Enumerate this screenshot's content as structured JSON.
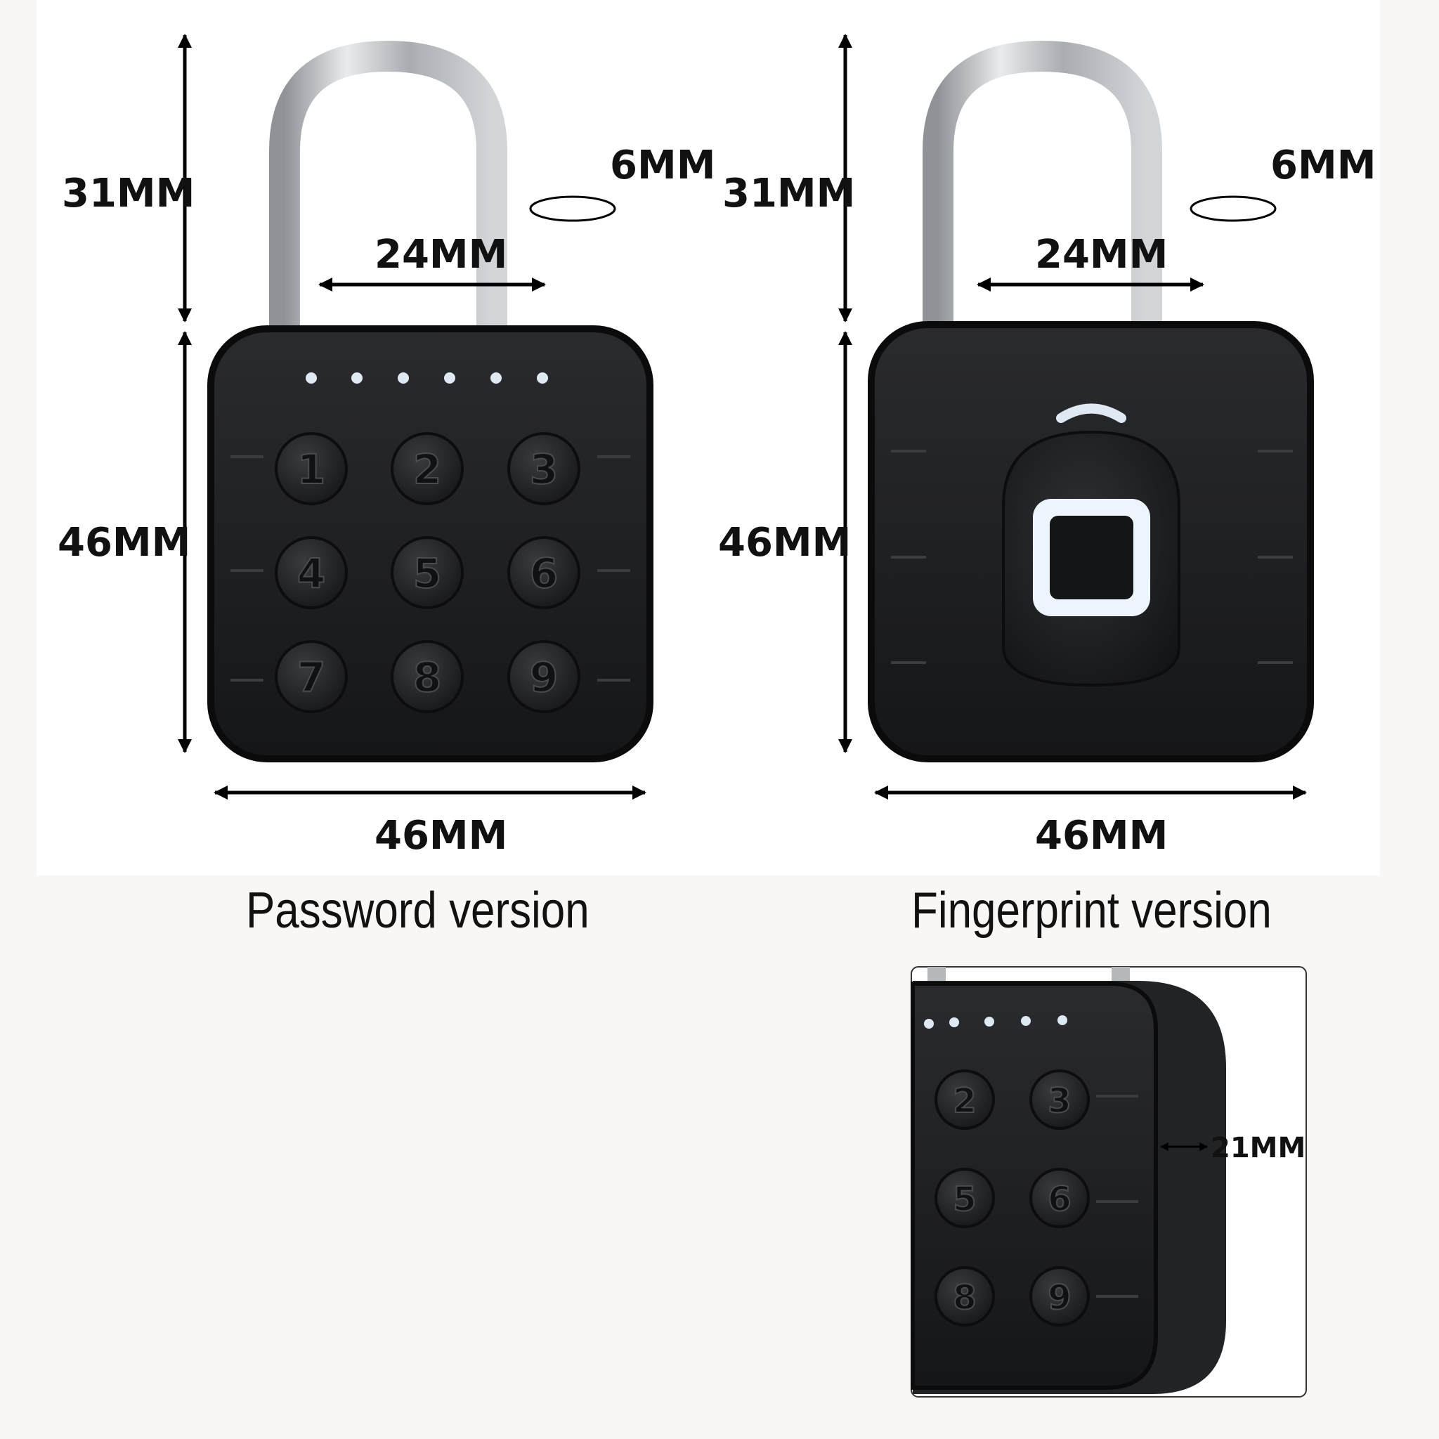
{
  "password_lock": {
    "shackle_height": "31MM",
    "shackle_diameter": "6MM",
    "shackle_inner_width": "24MM",
    "body_height": "46MM",
    "body_width": "46MM",
    "caption": "Password version",
    "keys": [
      "1",
      "2",
      "3",
      "4",
      "5",
      "6",
      "7",
      "8",
      "9"
    ]
  },
  "fingerprint_lock": {
    "shackle_height": "31MM",
    "shackle_diameter": "6MM",
    "shackle_inner_width": "24MM",
    "body_height": "46MM",
    "body_width": "46MM",
    "caption": "Fingerprint version"
  },
  "side_view": {
    "thickness": "21MM",
    "keys": [
      "2",
      "3",
      "5",
      "6",
      "8",
      "9"
    ]
  },
  "colors": {
    "lock_body": "#1c1d1f",
    "shackle": "#b9bcc0",
    "indicator_led": "#dfe9f3",
    "sensor_ring": "#eef4fb"
  }
}
